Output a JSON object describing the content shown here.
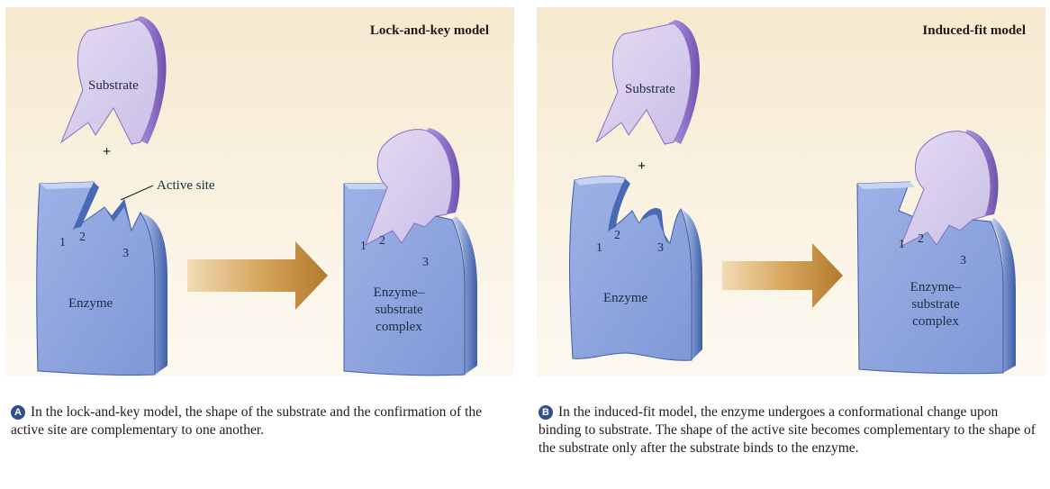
{
  "panel_a": {
    "title": "Lock-and-key model",
    "substrate_label": "Substrate",
    "plus": "+",
    "active_site_label": "Active site",
    "enzyme_label": "Enzyme",
    "complex_label": "Enzyme–\nsubstrate\ncomplex",
    "site_numbers": [
      "1",
      "2",
      "3"
    ],
    "complex_numbers": [
      "1",
      "2",
      "3"
    ]
  },
  "panel_b": {
    "title": "Induced-fit model",
    "substrate_label": "Substrate",
    "plus": "+",
    "enzyme_label": "Enzyme",
    "complex_label": "Enzyme–\nsubstrate\ncomplex",
    "site_numbers": [
      "1",
      "2",
      "3"
    ],
    "complex_numbers": [
      "1",
      "2",
      "3"
    ]
  },
  "captions": {
    "a_badge": "A",
    "a_text": "In the lock-and-key model, the shape of the substrate and the confirmation of the active site are complementary to one another.",
    "b_badge": "B",
    "b_text": "In the induced-fit model, the enzyme undergoes a conformational change upon binding to substrate. The shape of the active site becomes complementary to the shape of the substrate only after the substrate binds to the enzyme."
  },
  "colors": {
    "enzyme": "#8ea5dc",
    "enzyme_edge": "#3d5ea8",
    "substrate": "#d6ccec",
    "substrate_edge": "#8a6fc2",
    "arrow": "#c28a3c",
    "badge": "#2f4f8f"
  }
}
